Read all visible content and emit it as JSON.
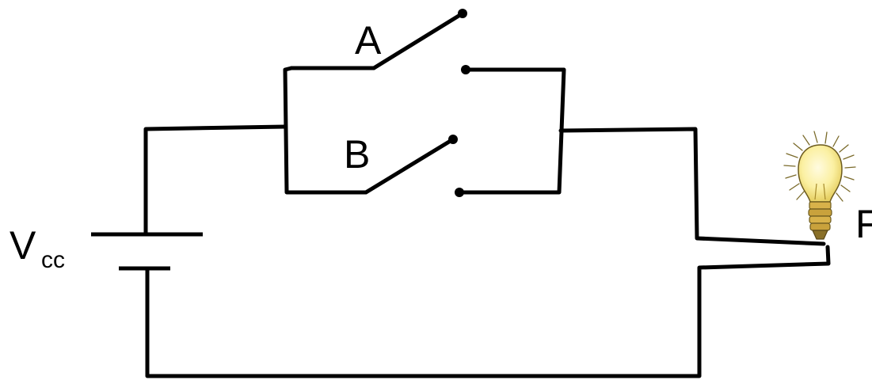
{
  "diagram": {
    "switch_a_label": "A",
    "switch_b_label": "B",
    "supply_label_main": "V",
    "supply_label_sub": "cc",
    "lamp_label": "F"
  },
  "colors": {
    "wire": "#000000",
    "bulb_glass": "#fbf0a2",
    "bulb_glow": "#fff8c8",
    "bulb_base": "#c9a23c",
    "background": "#ffffff"
  },
  "icons": {
    "lamp": "light-bulb-icon"
  }
}
